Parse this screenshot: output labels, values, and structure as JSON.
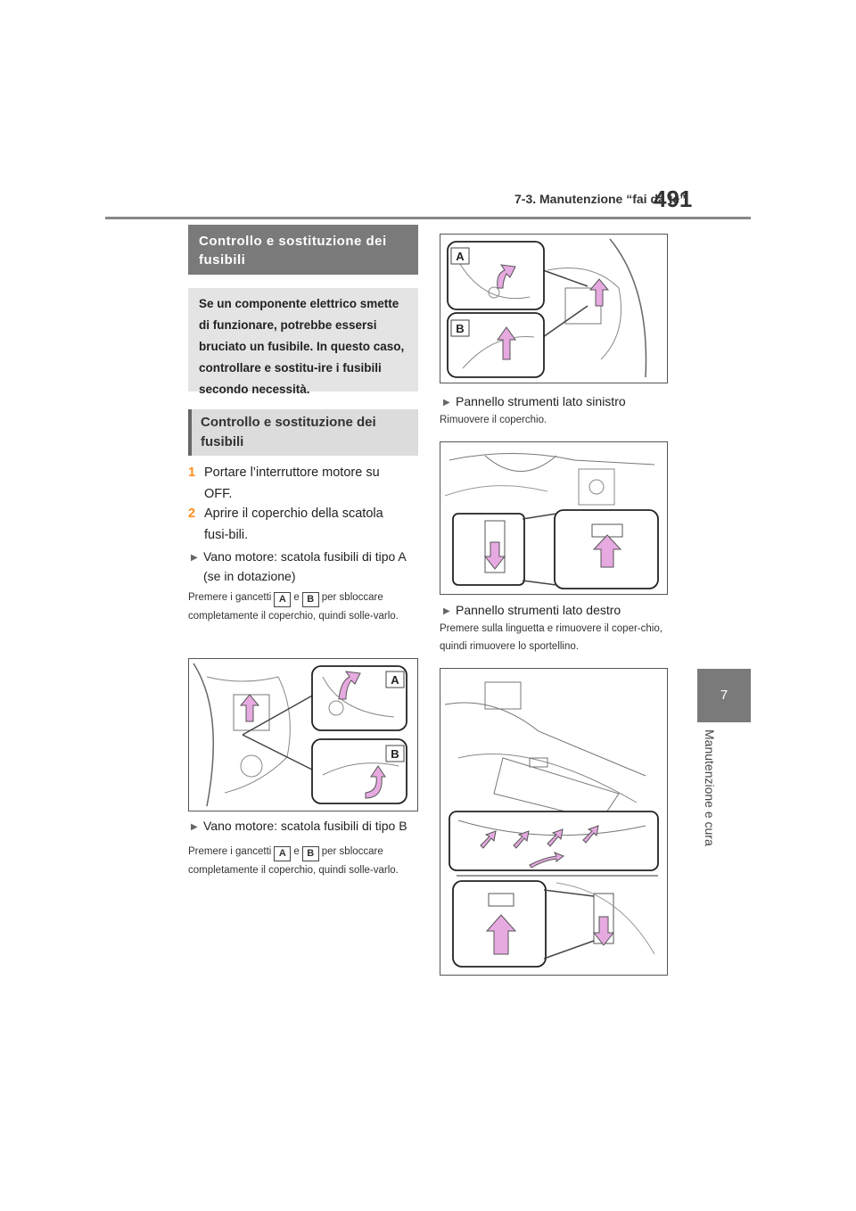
{
  "header": {
    "page_number": "491",
    "section": "7-3. Manutenzione “fai da te”",
    "side_tab": "7",
    "side_label": "Manutenzione e cura"
  },
  "left": {
    "title": "Controllo e sostituzione dei fusibili",
    "intro": "Se un componente elettrico smette di funzionare, potrebbe essersi bruciato un fusibile. In questo caso, controllare e sostitu-ire i fusibili secondo necessità.",
    "subtitle": "Controllo e sostituzione dei fusibili",
    "step1_num": "1",
    "step1_text": "Portare l’interruttore motore su OFF.",
    "step2_num": "2",
    "step2_text": "Aprire il coperchio della scatola fusi-bili.",
    "bullet_a": "Vano motore: scatola fusibili di tipo A (se in dotazione)",
    "note_a_pre": "Premere i gancetti",
    "note_a_mid": "e",
    "note_a_post": "per sbloccare",
    "note_a_rest": "completamente il coperchio, quindi solle-varlo.",
    "bullet_b": "Vano motore: scatola fusibili di tipo B",
    "note_b_pre": "Premere i gancetti",
    "note_b_mid": "e",
    "note_b_post": "per sbloccare",
    "note_b_rest": "completamente il coperchio, quindi solle-varlo."
  },
  "right": {
    "bullet_left": "Pannello strumenti lato sinistro",
    "note_left": "Rimuovere il coperchio.",
    "bullet_right": "Pannello strumenti lato destro",
    "note_right": "Premere sulla linguetta e rimuovere il coper-chio, quindi rimuovere lo sportellino."
  },
  "labels": {
    "a": "A",
    "b": "B"
  },
  "colors": {
    "arrow": "#e6a9e0",
    "heading_bg": "#7a7a7a",
    "step_number": "#ff8c1a"
  }
}
